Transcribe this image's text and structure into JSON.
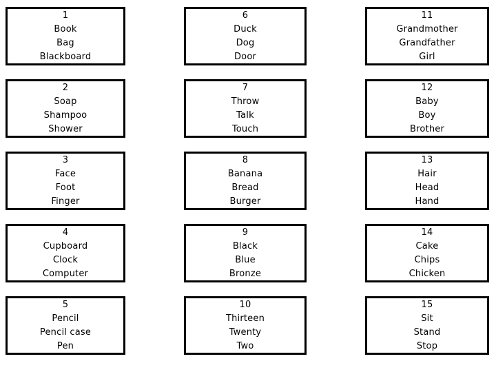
{
  "page": {
    "background_color": "#ffffff",
    "card_border_color": "#000000",
    "text_color": "#000000"
  },
  "cards": [
    {
      "number": "1",
      "words": [
        "Book",
        "Bag",
        "Blackboard"
      ]
    },
    {
      "number": "2",
      "words": [
        "Soap",
        "Shampoo",
        "Shower"
      ]
    },
    {
      "number": "3",
      "words": [
        "Face",
        "Foot",
        "Finger"
      ]
    },
    {
      "number": "4",
      "words": [
        "Cupboard",
        "Clock",
        "Computer"
      ]
    },
    {
      "number": "5",
      "words": [
        "Pencil",
        "Pencil case",
        "Pen"
      ]
    },
    {
      "number": "6",
      "words": [
        "Duck",
        "Dog",
        "Door"
      ]
    },
    {
      "number": "7",
      "words": [
        "Throw",
        "Talk",
        "Touch"
      ]
    },
    {
      "number": "8",
      "words": [
        "Banana",
        "Bread",
        "Burger"
      ]
    },
    {
      "number": "9",
      "words": [
        "Black",
        "Blue",
        "Bronze"
      ]
    },
    {
      "number": "10",
      "words": [
        "Thirteen",
        "Twenty",
        "Two"
      ]
    },
    {
      "number": "11",
      "words": [
        "Grandmother",
        "Grandfather",
        "Girl"
      ]
    },
    {
      "number": "12",
      "words": [
        "Baby",
        "Boy",
        "Brother"
      ]
    },
    {
      "number": "13",
      "words": [
        "Hair",
        "Head",
        "Hand"
      ]
    },
    {
      "number": "14",
      "words": [
        "Cake",
        "Chips",
        "Chicken"
      ]
    },
    {
      "number": "15",
      "words": [
        "Sit",
        "Stand",
        "Stop"
      ]
    }
  ]
}
